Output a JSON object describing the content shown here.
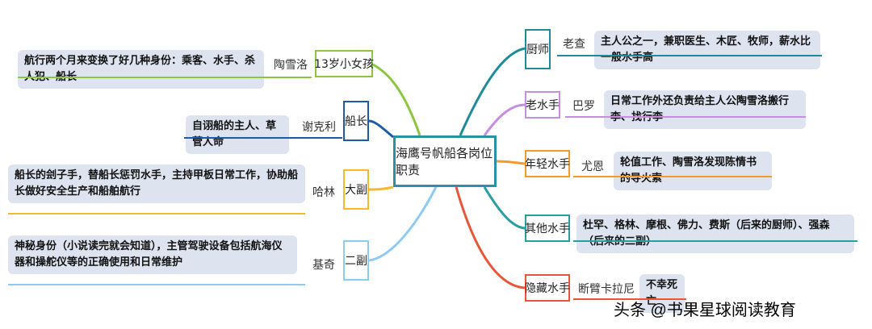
{
  "center": "海鹰号帆船各岗位职责",
  "left": [
    {
      "role": "13岁小女孩",
      "person": "陶雪洛",
      "desc": "航行两个月来变换了好几种身份：乘客、水手、杀人犯、船长",
      "color": "#8cc63f"
    },
    {
      "role": "船长",
      "person": "谢克利",
      "desc": "自诩船的主人、草菅人命",
      "color": "#1f5aa6"
    },
    {
      "role": "大副",
      "person": "哈林",
      "desc": "船长的刽子手，替船长惩罚水手，主持甲板日常工作，协助船长做好安全生产和船舶航行",
      "color": "#f5b82e"
    },
    {
      "role": "二副",
      "person": "基奇",
      "desc": "神秘身份（小说读完就会知道），主管驾驶设备包括航海仪器和操舵仪等的正确使用和日常维护",
      "color": "#8ecbf0"
    }
  ],
  "right": [
    {
      "role": "厨师",
      "person": "老查",
      "desc": "主人公之一，兼职医生、木匠、牧师，薪水比一般水手高",
      "color": "#1e8b9a"
    },
    {
      "role": "老水手",
      "person": "巴罗",
      "desc": "日常工作外还负责给主人公陶雪洛搬行李、找行李",
      "color": "#c58fe0"
    },
    {
      "role": "年轻水手",
      "person": "尤恩",
      "desc": "轮值工作、陶雪洛发现陈情书的导火索",
      "color": "#f29a2e"
    },
    {
      "role": "其他水手",
      "person": "",
      "desc": "杜罕、格林、摩根、佛力、费斯（后来的厨师）、强森（后来的二副）",
      "color": "#2a9da0"
    },
    {
      "role": "隐藏水手",
      "person": "断臂卡拉尼",
      "desc": "不幸死亡",
      "color": "#e8563a"
    }
  ],
  "watermark": "头条 @书果星球阅读教育"
}
